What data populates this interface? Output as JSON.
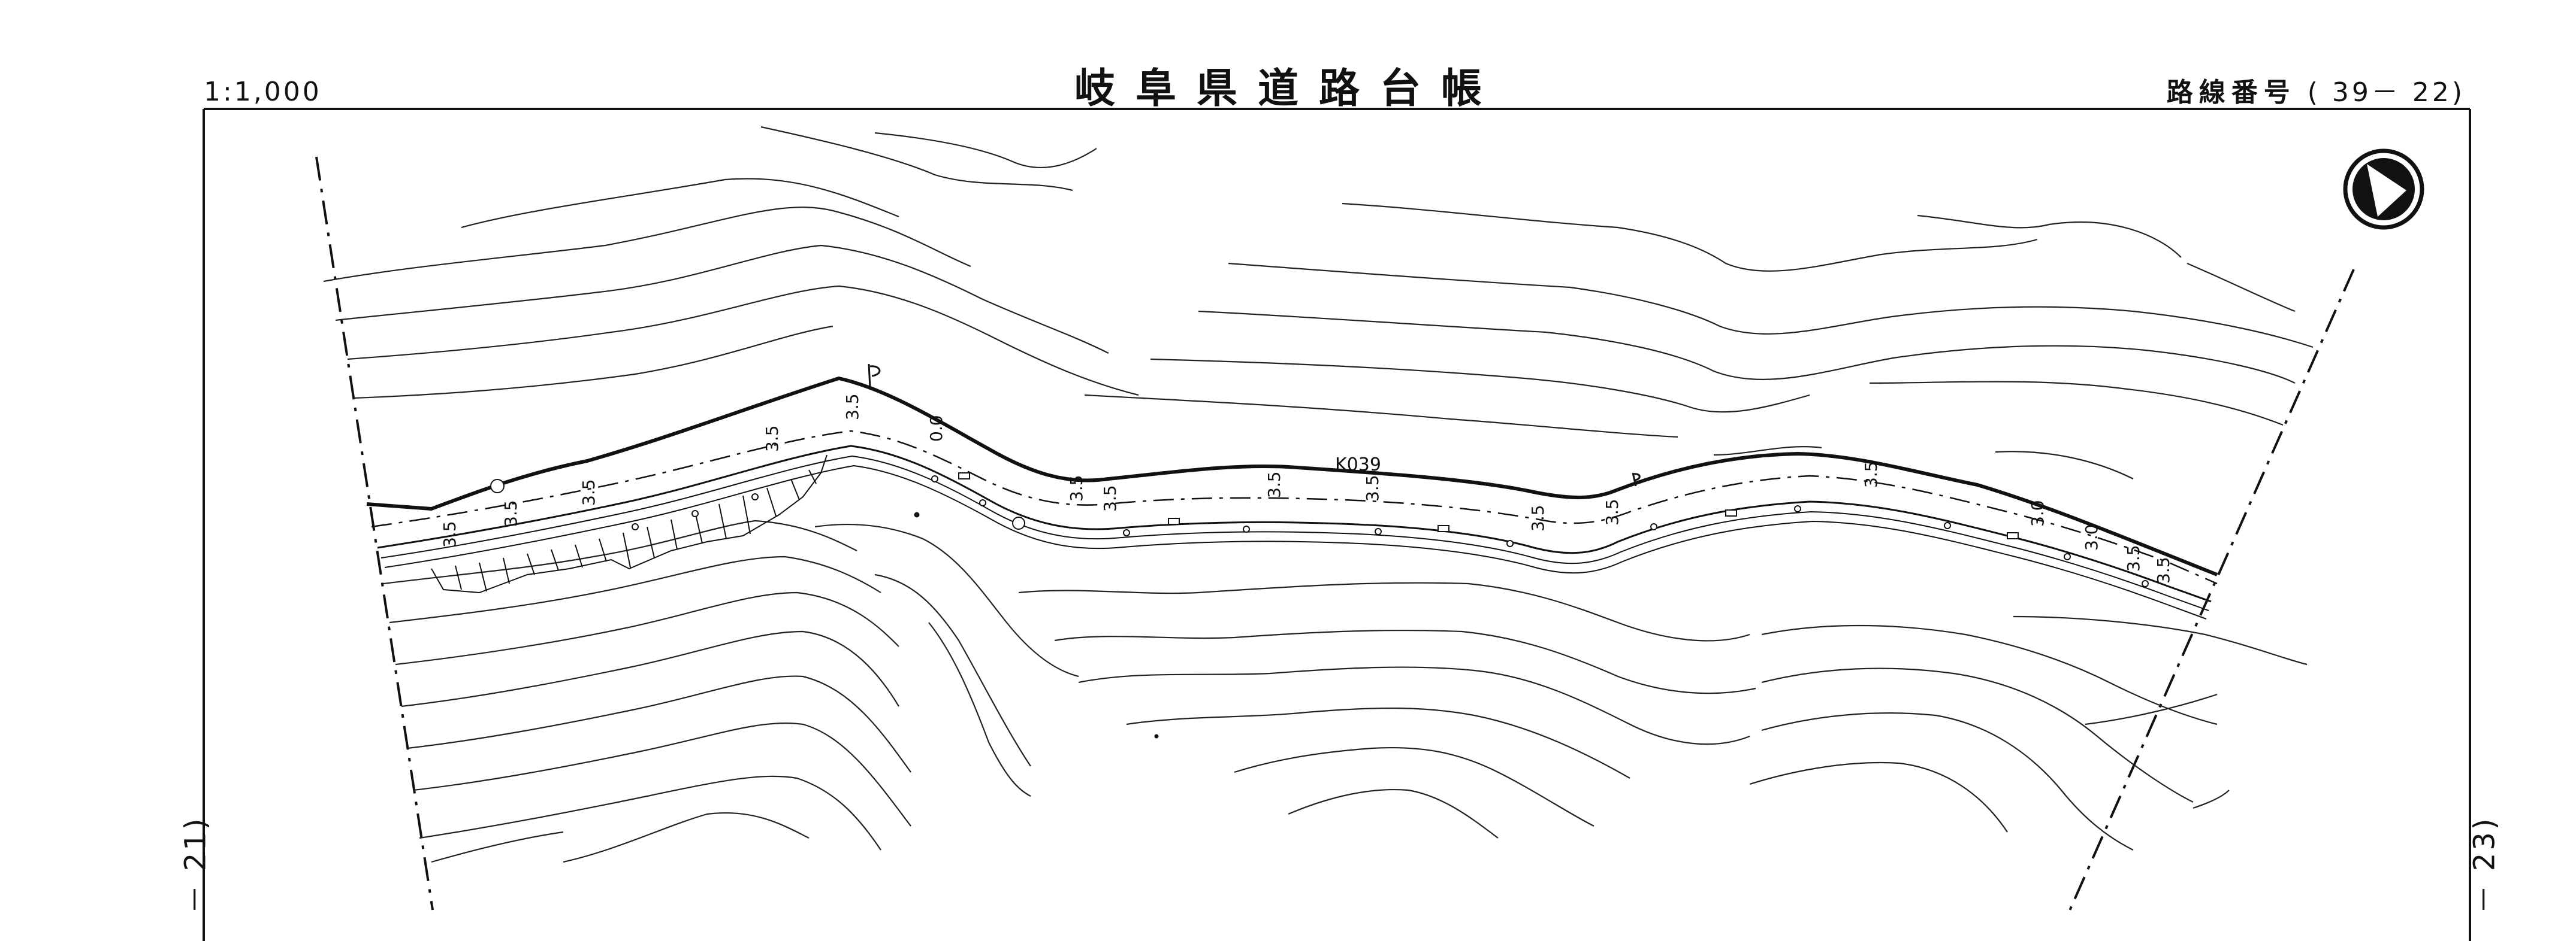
{
  "sheet": {
    "scale": "1:1,000",
    "title": "岐阜県道路台帳",
    "route_label": "路線番号",
    "route_number": "( 39－ 22)"
  },
  "adjacent_sheets": {
    "left": "－ 21)",
    "right": "－ 23)"
  },
  "road": {
    "route_code": "K039",
    "width_labels": [
      "3.5",
      "3.5",
      "3.5",
      "3.5",
      "3.5",
      "0.0",
      "3.5",
      "3.5",
      "3.5",
      "3.5",
      "3.5",
      "3.5",
      "3.5",
      "3.0",
      "3.0",
      "3.5",
      "3.5"
    ]
  },
  "north_arrow": "north-arrow-icon",
  "colors": {
    "line": "#111111",
    "paper": "#ffffff"
  }
}
